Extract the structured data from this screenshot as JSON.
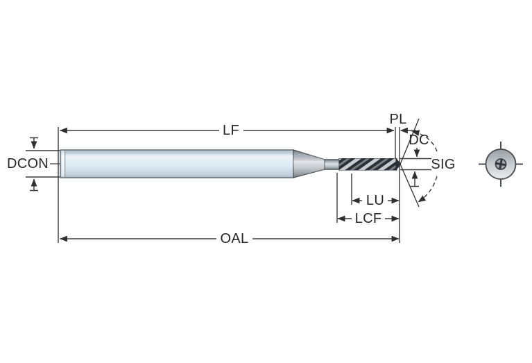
{
  "labels": {
    "dcon": "DCON",
    "lf": "LF",
    "pl": "PL",
    "dc": "DC",
    "sig": "SIG",
    "lu": "LU",
    "lcf": "LCF",
    "oal": "OAL"
  },
  "colors": {
    "background": "#ffffff",
    "dimension_line": "#3b3b3b",
    "arrow_fill": "#2f2f2f",
    "label_text": "#262626",
    "shank_fill": "#d9e8f2",
    "shank_outline": "#64707a",
    "metal_gray": "#b9bfc4",
    "metal_outline": "#4f565c",
    "flute_dark": "#2b3036",
    "flute_highlight": "#c7ccd0"
  }
}
